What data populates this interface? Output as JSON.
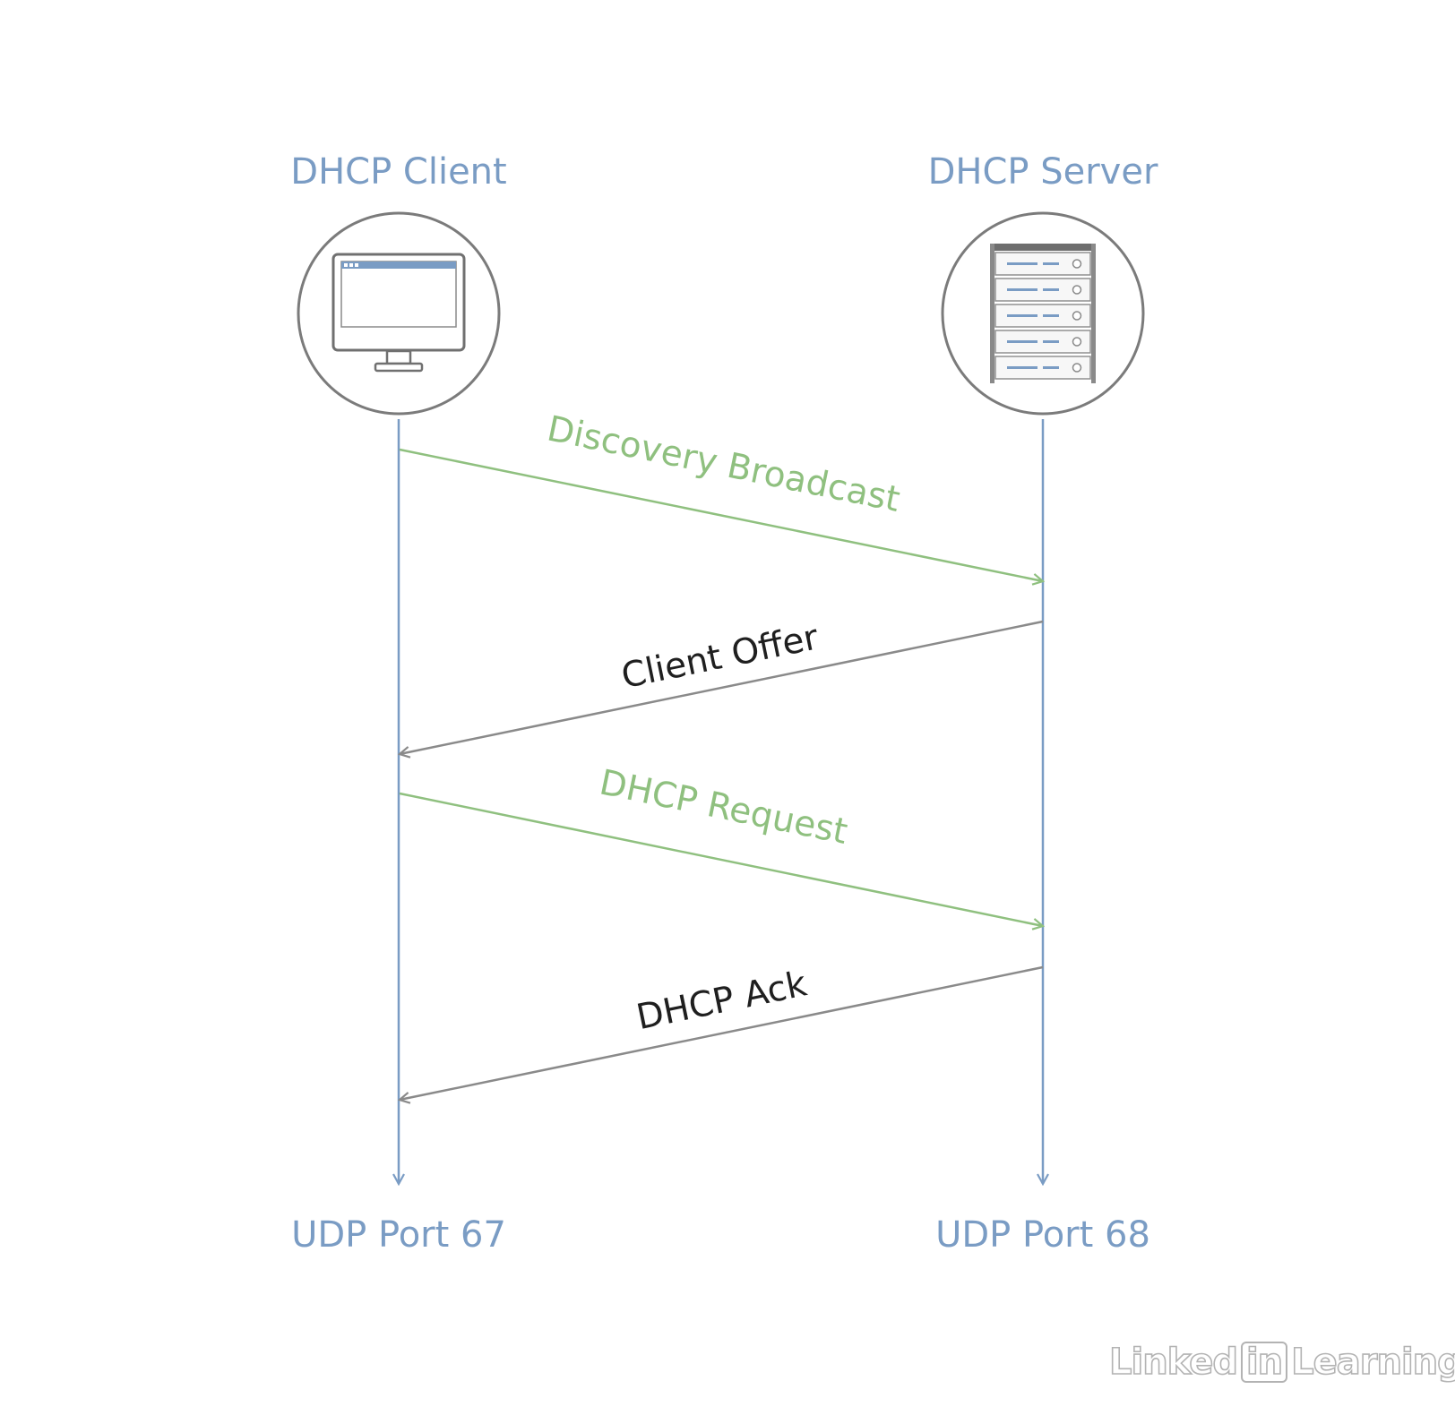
{
  "lifelines": {
    "client": {
      "title": "DHCP Client",
      "port": "UDP Port 67",
      "icon": "computer-monitor-icon"
    },
    "server": {
      "title": "DHCP Server",
      "port": "UDP Port 68",
      "icon": "server-rack-icon"
    }
  },
  "messages": [
    {
      "label": "Discovery Broadcast",
      "from": "client",
      "to": "server",
      "color": "#8fc07f"
    },
    {
      "label": "Client Offer",
      "from": "server",
      "to": "client",
      "color": "#8a8a8a",
      "text_color": "#1f1f1f"
    },
    {
      "label": "DHCP Request",
      "from": "client",
      "to": "server",
      "color": "#8fc07f"
    },
    {
      "label": "DHCP Ack",
      "from": "server",
      "to": "client",
      "color": "#8a8a8a",
      "text_color": "#1f1f1f"
    }
  ],
  "colors": {
    "lifeline": "#7a9cc4",
    "accent_blue": "#7a9cc4",
    "circle_border": "#7b7b7b",
    "request_green": "#8fc07f",
    "response_gray": "#8a8a8a"
  },
  "watermark": {
    "prefix": "Linked",
    "boxed": "in",
    "suffix": "Learning"
  }
}
